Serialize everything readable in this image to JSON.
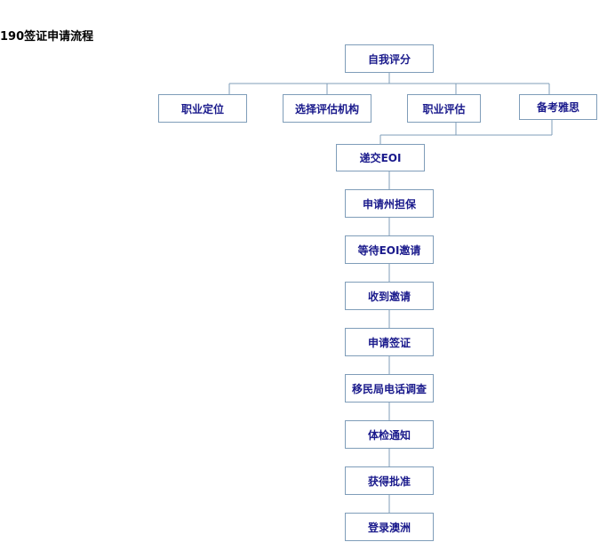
{
  "title": "190签证申请流程",
  "colors": {
    "node_border": "#7f9db9",
    "node_text": "#1a1a8c",
    "connector": "#7f9db9"
  },
  "flowchart": {
    "root": "自我评分",
    "branches": [
      "职业定位",
      "选择评估机构",
      "职业评估",
      "备考雅思"
    ],
    "steps": [
      "递交EOI",
      "申请州担保",
      "等待EOI邀请",
      "收到邀请",
      "申请签证",
      "移民局电话调查",
      "体检通知",
      "获得批准",
      "登录澳洲"
    ]
  }
}
